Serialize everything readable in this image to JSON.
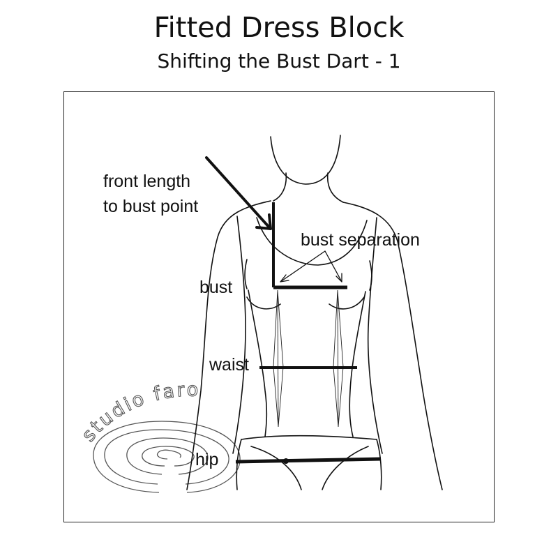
{
  "title": "Fitted Dress Block",
  "subtitle": "Shifting the Bust Dart - 1",
  "labels": {
    "front_length_line1": "front length",
    "front_length_line2": "to bust point",
    "bust_separation": "bust separation",
    "bust": "bust",
    "waist": "waist",
    "hip": "hip"
  },
  "watermark": {
    "text": "studio faro",
    "icon": "spiral-logo-icon"
  },
  "colors": {
    "ink": "#111111",
    "watermark_stroke": "#555555",
    "background": "#ffffff"
  }
}
